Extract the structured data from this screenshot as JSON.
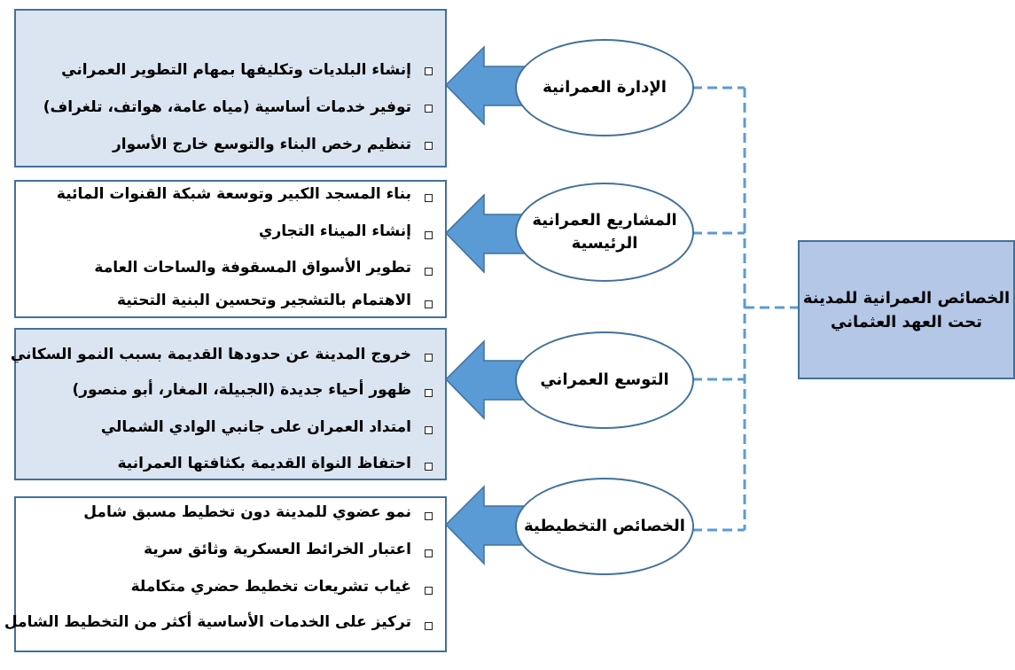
{
  "root": {
    "line1": "الخصائص العمرانية للمدينة",
    "line2": "تحت العهد العثماني"
  },
  "categories": [
    {
      "title_line1": "الإدارة العمرانية",
      "title_line2": "",
      "items": [
        "إنشاء البلديات وتكليفها بمهام التطوير العمراني",
        "توفير خدمات أساسية (مياه عامة، هواتف، تلغراف)",
        "تنظيم رخص البناء والتوسع خارج الأسوار"
      ]
    },
    {
      "title_line1": "المشاريع العمرانية",
      "title_line2": "الرئيسية",
      "items": [
        "بناء المسجد الكبير وتوسعة شبكة القنوات المائية",
        "إنشاء الميناء التجاري",
        "تطوير الأسواق المسقوفة والساحات العامة",
        "الاهتمام بالتشجير وتحسين البنية التحتية"
      ]
    },
    {
      "title_line1": "التوسع العمراني",
      "title_line2": "",
      "items": [
        "خروج المدينة عن حدودها القديمة بسبب النمو السكاني",
        "ظهور أحياء جديدة (الجبيلة، المغار، أبو منصور)",
        "امتداد العمران على جانبي الوادي الشمالي",
        "احتفاظ النواة القديمة بكثافتها العمرانية"
      ]
    },
    {
      "title_line1": "الخصائص التخطيطية",
      "title_line2": "",
      "items": [
        "نمو عضوي للمدينة دون تخطيط مسبق شامل",
        "اعتبار الخرائط العسكرية وثائق سرية",
        "غياب تشريعات تخطيط حضري متكاملة",
        "تركيز على الخدمات الأساسية أكثر من التخطيط الشامل"
      ]
    }
  ],
  "colors": {
    "panel_fill": "#dbe5f1",
    "root_fill": "#b4c7e7",
    "arrow_fill": "#5b9bd5",
    "border": "#41719c",
    "connector": "#5b9bd5"
  }
}
